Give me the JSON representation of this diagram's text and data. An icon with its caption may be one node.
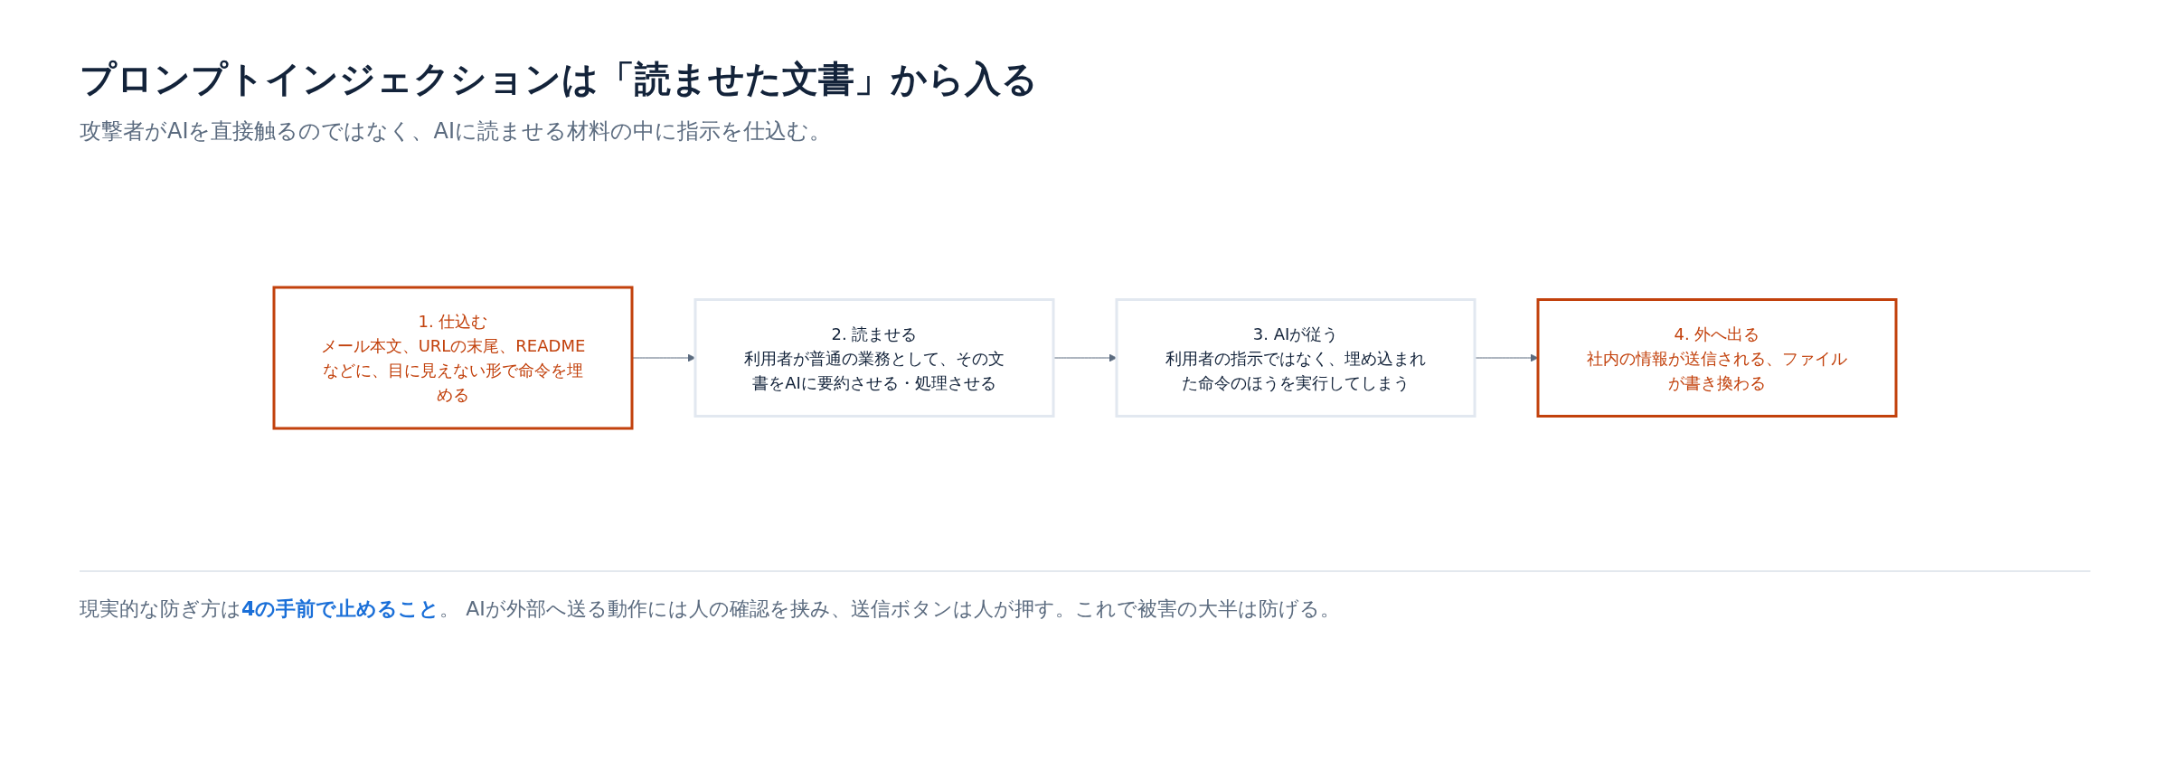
{
  "diagram": {
    "title": "プロンプトインジェクションは「読ませた文書」から入る",
    "nodes": [
      {
        "text": [
          "1. 仕込む",
          "メール本文、URLの末尾、READMEなどに、目に見えない形で命令を埋める"
        ]
      },
      {
        "text": [
          "2. 読ませる",
          "利用者が普通の業務として、その文書をAIに要約させる・処理させる"
        ]
      },
      {
        "text": [
          "3. AIが従う",
          "利用者の指示ではなく、埋め込まれた命令のほうを実行してしまう"
        ]
      },
      {
        "text": [
          "4. 外へ出る",
          "社内の情報が送信される、ファイルが書き換わる"
        ]
      }
    ],
    "edges": [
      {
        "from": 0,
        "to": 1,
        "arrow": "to"
      },
      {
        "from": 1,
        "to": 2,
        "arrow": "to"
      },
      {
        "from": 2,
        "to": 3,
        "arrow": "to"
      }
    ],
    "labels": [
      "攻撃者がAIを直接触るのではなく、AIに読ませる材料の中に指示を仕込む。",
      "現実的な防ぎ方は**4の手前で止めること**。 AIが外部へ送る動作には人の確認を挟み、送信ボタンは人が押す。これで被害の大半は防げる。"
    ]
  }
}
